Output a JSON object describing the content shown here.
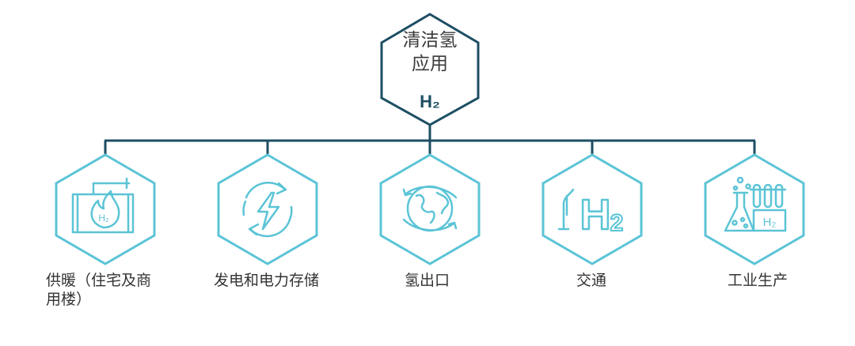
{
  "root": {
    "title_line1": "清洁氢",
    "title_line2": "应用",
    "symbol": "H₂"
  },
  "branches": [
    {
      "id": "heating",
      "icon": "h2-flame-radiator-icon",
      "label_line1": "供暖（住宅及商",
      "label_line2": "用楼）"
    },
    {
      "id": "power",
      "icon": "lightning-recycle-icon",
      "label_line1": "发电和电力存储"
    },
    {
      "id": "export",
      "icon": "globe-arrows-icon",
      "label_line1": "氢出口"
    },
    {
      "id": "transport",
      "icon": "fuel-pump-h2-icon",
      "label_line1": "交通"
    },
    {
      "id": "industry",
      "icon": "lab-flask-h2-icon",
      "label_line1": "工业生产"
    }
  ],
  "icon_text": {
    "h2": "H₂",
    "h2_big": "H",
    "h2_sub": "2"
  },
  "colors": {
    "dark": "#1d4e63",
    "light": "#5bc4d6",
    "text": "#333333"
  }
}
